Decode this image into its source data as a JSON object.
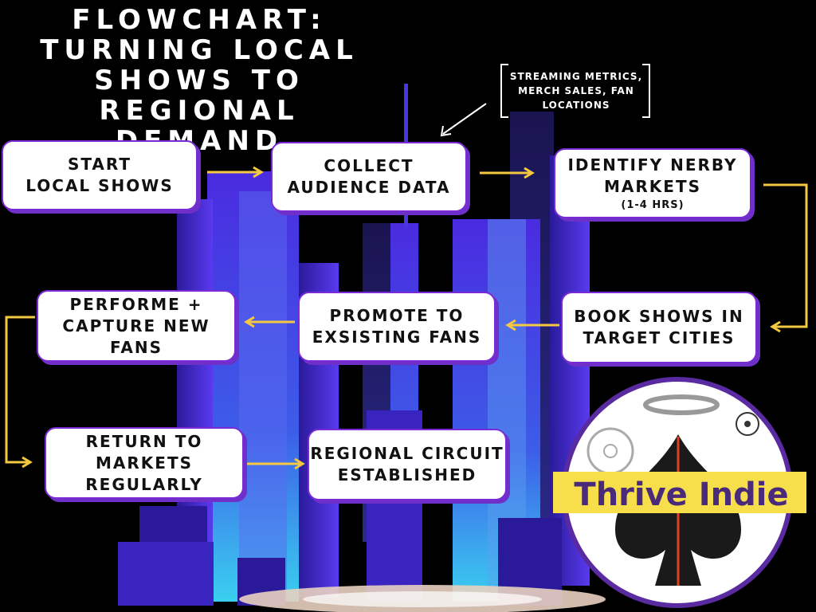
{
  "title": {
    "line1": "FLOWCHART:",
    "line2": "TURNING LOCAL",
    "line3": "SHOWS TO REGIONAL",
    "line4": "DEMAND"
  },
  "note": {
    "line1": "STREAMING METRICS,",
    "line2": "MERCH SALES, FAN",
    "line3": "LOCATIONS"
  },
  "steps": {
    "start": {
      "line1": "START",
      "line2": "LOCAL SHOWS"
    },
    "collect": {
      "line1": "COLLECT",
      "line2": "AUDIENCE DATA"
    },
    "identify": {
      "line1": "IDENTIFY NERBY",
      "line2": "MARKETS",
      "sub": "(1-4 HRS)"
    },
    "book": {
      "line1": "BOOK SHOWS IN",
      "line2": "TARGET CITIES"
    },
    "promote": {
      "line1": "PROMOTE TO",
      "line2": "EXSISTING FANS"
    },
    "perform": {
      "line1": "PERFORME +",
      "line2": "CAPTURE NEW FANS"
    },
    "return": {
      "line1": "RETURN TO MARKETS",
      "line2": "REGULARLY"
    },
    "regional": {
      "line1": "REGIONAL CIRCUIT",
      "line2": "ESTABLISHED"
    }
  },
  "brand": {
    "name": "Thrive Indie"
  },
  "colors": {
    "background": "#000000",
    "box_border": "#7a2bd6",
    "arrow": "#f5c842",
    "city_blue": "#3a22c8",
    "city_cyan": "#3ad0f0",
    "brand_banner": "#f6df4a",
    "brand_text": "#4a2a7a"
  }
}
